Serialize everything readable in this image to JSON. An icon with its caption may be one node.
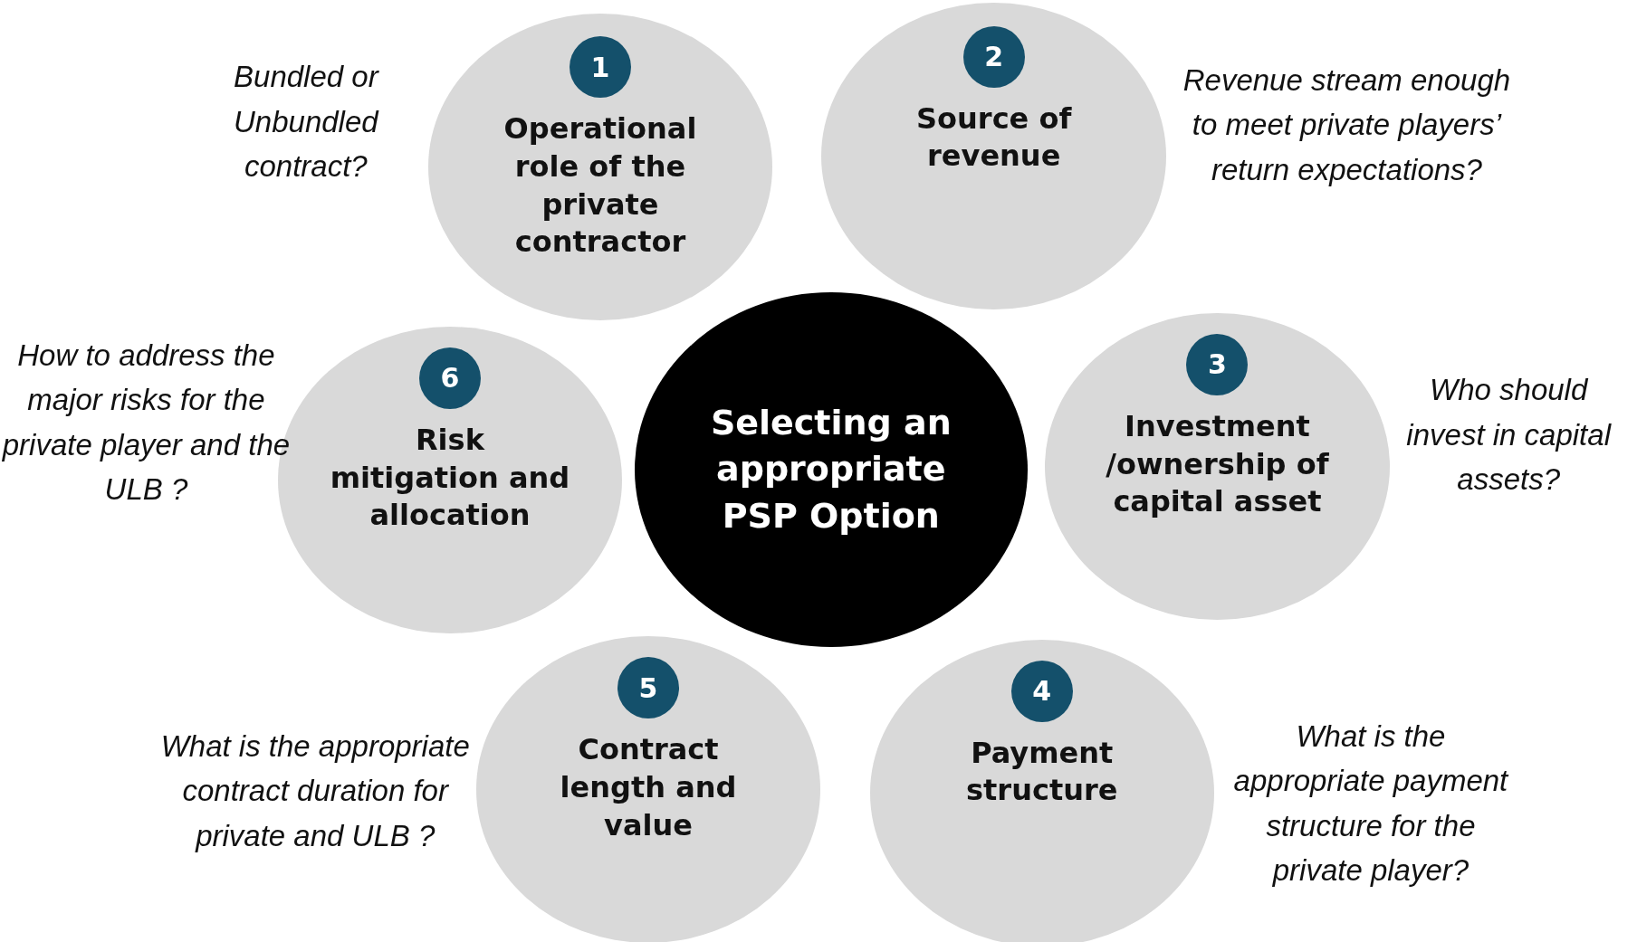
{
  "diagram": {
    "nodes": [
      {
        "text": [
          "Selecting an appropriate PSP Option"
        ]
      },
      {
        "text": [
          "1",
          "Operational role of the private contractor"
        ],
        "beside": [
          "*Bundled or Unbundled contract*?"
        ]
      },
      {
        "text": [
          "2",
          "Source of revenue"
        ],
        "beside": [
          "*Revenue stream* enough to meet private players’ return expectations?"
        ]
      },
      {
        "text": [
          "3",
          "Investment /ownership of capital asset"
        ],
        "beside": [
          "Who should *invest in capital* assets?"
        ]
      },
      {
        "text": [
          "4",
          "Payment structure"
        ],
        "beside": [
          "What is the *appropriate payment structure* for the private player?"
        ]
      },
      {
        "text": [
          "5",
          "Contract length and value"
        ],
        "beside": [
          "What is the appropriate *contract duration* for private and ULB ?"
        ]
      },
      {
        "text": [
          "6",
          "Risk mitigation and allocation"
        ],
        "beside": [
          "How to *address the major risks* for the private player and the ULB ?"
        ]
      }
    ]
  }
}
